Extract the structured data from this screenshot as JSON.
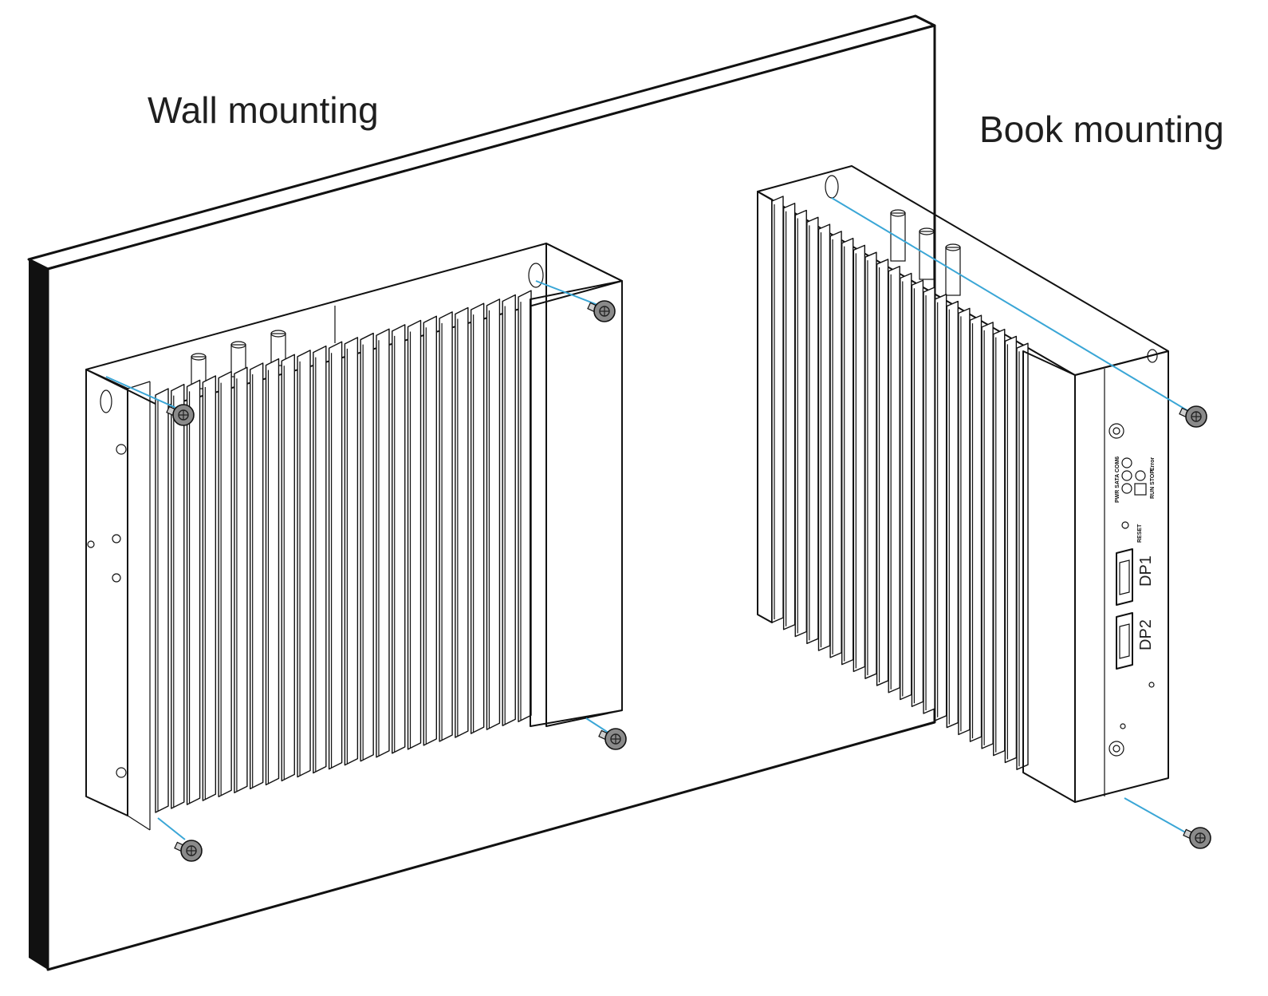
{
  "labels": {
    "wall_mounting": "Wall mounting",
    "book_mounting": "Book mounting"
  },
  "front_panel": {
    "led_header": "PWR SATA COM6",
    "run_stop": "RUN STOP",
    "error": "Error",
    "reset": "RESET",
    "dp1": "DP1",
    "dp2": "DP2"
  },
  "colors": {
    "guide_line": "#3aa6d6",
    "screw": "#8a8a8a",
    "outline": "#111111"
  }
}
